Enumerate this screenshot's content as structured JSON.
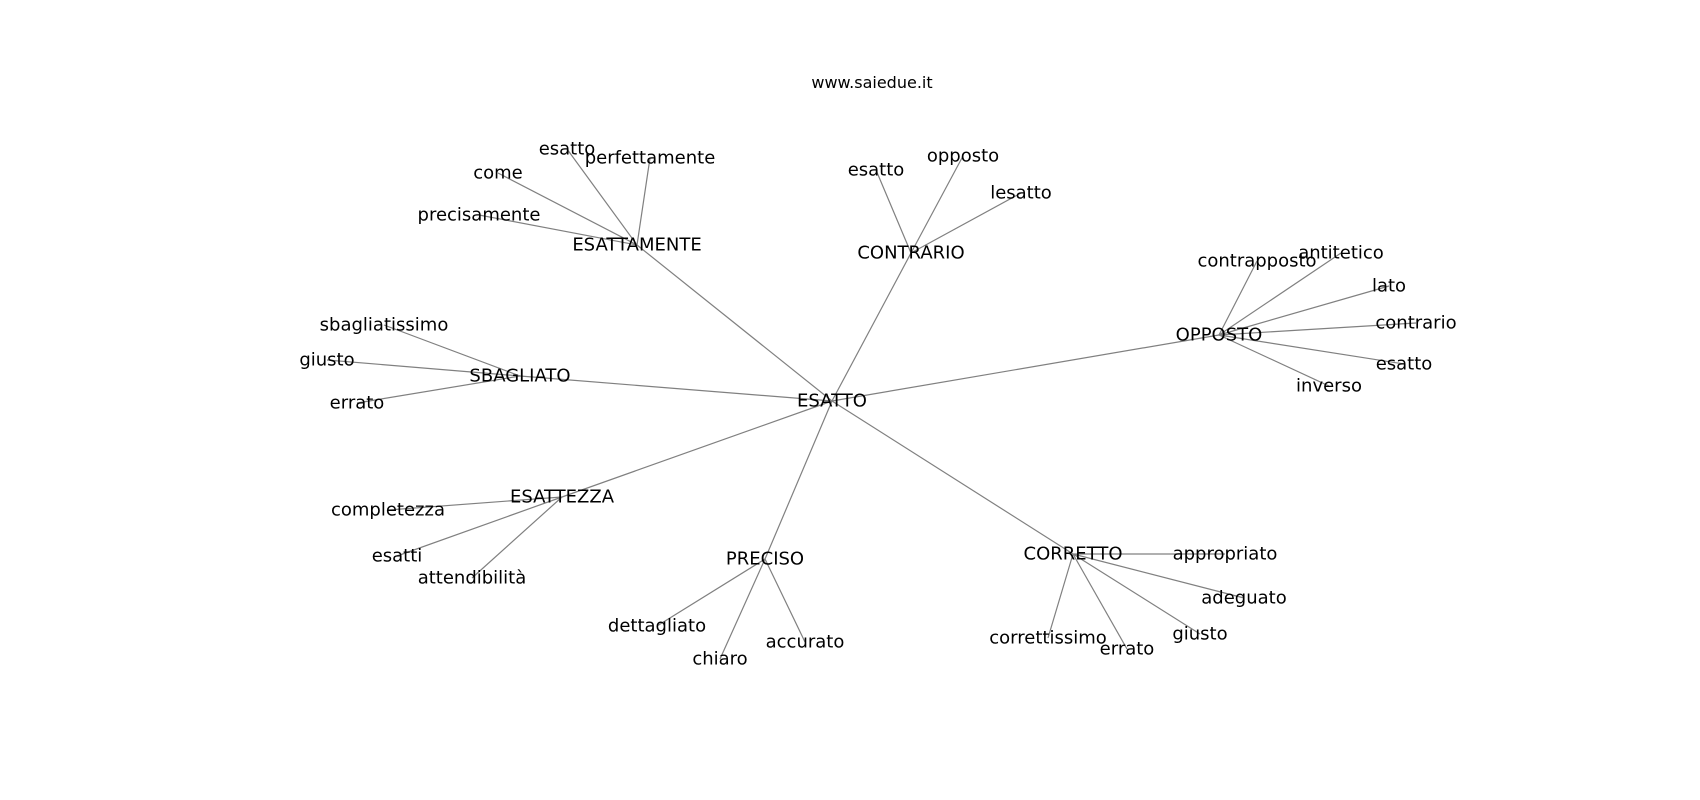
{
  "page": {
    "title": "www.saiedue.it"
  },
  "colors": {
    "edge": "#808080",
    "text": "#000000",
    "background": "#ffffff"
  },
  "graph": {
    "root": "ESATTO",
    "nodes": [
      {
        "id": "ESATTO",
        "label": "ESATTO"
      },
      {
        "id": "ESATTAMENTE",
        "label": "ESATTAMENTE"
      },
      {
        "id": "CONTRARIO",
        "label": "CONTRARIO"
      },
      {
        "id": "OPPOSTO",
        "label": "OPPOSTO"
      },
      {
        "id": "SBAGLIATO",
        "label": "SBAGLIATO"
      },
      {
        "id": "ESATTEZZA",
        "label": "ESATTEZZA"
      },
      {
        "id": "PRECISO",
        "label": "PRECISO"
      },
      {
        "id": "CORRETTO",
        "label": "CORRETTO"
      },
      {
        "id": "esattamente-esatto",
        "label": "esatto"
      },
      {
        "id": "esattamente-perfettamente",
        "label": "perfettamente"
      },
      {
        "id": "esattamente-come",
        "label": "come"
      },
      {
        "id": "esattamente-precisamente",
        "label": "precisamente"
      },
      {
        "id": "contrario-esatto",
        "label": "esatto"
      },
      {
        "id": "contrario-opposto",
        "label": "opposto"
      },
      {
        "id": "contrario-lesatto",
        "label": "lesatto"
      },
      {
        "id": "opposto-contrapposto",
        "label": "contrapposto"
      },
      {
        "id": "opposto-antitetico",
        "label": "antitetico"
      },
      {
        "id": "opposto-lato",
        "label": "lato"
      },
      {
        "id": "opposto-contrario",
        "label": "contrario"
      },
      {
        "id": "opposto-esatto",
        "label": "esatto"
      },
      {
        "id": "opposto-inverso",
        "label": "inverso"
      },
      {
        "id": "sbagliato-sbagliatissimo",
        "label": "sbagliatissimo"
      },
      {
        "id": "sbagliato-giusto",
        "label": "giusto"
      },
      {
        "id": "sbagliato-errato",
        "label": "errato"
      },
      {
        "id": "esattezza-completezza",
        "label": "completezza"
      },
      {
        "id": "esattezza-esatti",
        "label": "esatti"
      },
      {
        "id": "esattezza-attendibilita",
        "label": "attendibilità"
      },
      {
        "id": "preciso-dettagliato",
        "label": "dettagliato"
      },
      {
        "id": "preciso-chiaro",
        "label": "chiaro"
      },
      {
        "id": "preciso-accurato",
        "label": "accurato"
      },
      {
        "id": "corretto-appropriato",
        "label": "appropriato"
      },
      {
        "id": "corretto-adeguato",
        "label": "adeguato"
      },
      {
        "id": "corretto-giusto",
        "label": "giusto"
      },
      {
        "id": "corretto-errato",
        "label": "errato"
      },
      {
        "id": "corretto-correttissimo",
        "label": "correttissimo"
      }
    ],
    "edges": [
      [
        "ESATTO",
        "ESATTAMENTE"
      ],
      [
        "ESATTO",
        "CONTRARIO"
      ],
      [
        "ESATTO",
        "OPPOSTO"
      ],
      [
        "ESATTO",
        "SBAGLIATO"
      ],
      [
        "ESATTO",
        "ESATTEZZA"
      ],
      [
        "ESATTO",
        "PRECISO"
      ],
      [
        "ESATTO",
        "CORRETTO"
      ],
      [
        "ESATTAMENTE",
        "esattamente-esatto"
      ],
      [
        "ESATTAMENTE",
        "esattamente-perfettamente"
      ],
      [
        "ESATTAMENTE",
        "esattamente-come"
      ],
      [
        "ESATTAMENTE",
        "esattamente-precisamente"
      ],
      [
        "CONTRARIO",
        "contrario-esatto"
      ],
      [
        "CONTRARIO",
        "contrario-opposto"
      ],
      [
        "CONTRARIO",
        "contrario-lesatto"
      ],
      [
        "OPPOSTO",
        "opposto-contrapposto"
      ],
      [
        "OPPOSTO",
        "opposto-antitetico"
      ],
      [
        "OPPOSTO",
        "opposto-lato"
      ],
      [
        "OPPOSTO",
        "opposto-contrario"
      ],
      [
        "OPPOSTO",
        "opposto-esatto"
      ],
      [
        "OPPOSTO",
        "opposto-inverso"
      ],
      [
        "SBAGLIATO",
        "sbagliato-sbagliatissimo"
      ],
      [
        "SBAGLIATO",
        "sbagliato-giusto"
      ],
      [
        "SBAGLIATO",
        "sbagliato-errato"
      ],
      [
        "ESATTEZZA",
        "esattezza-completezza"
      ],
      [
        "ESATTEZZA",
        "esattezza-esatti"
      ],
      [
        "ESATTEZZA",
        "esattezza-attendibilita"
      ],
      [
        "PRECISO",
        "preciso-dettagliato"
      ],
      [
        "PRECISO",
        "preciso-chiaro"
      ],
      [
        "PRECISO",
        "preciso-accurato"
      ],
      [
        "CORRETTO",
        "corretto-appropriato"
      ],
      [
        "CORRETTO",
        "corretto-adeguato"
      ],
      [
        "CORRETTO",
        "corretto-giusto"
      ],
      [
        "CORRETTO",
        "corretto-errato"
      ],
      [
        "CORRETTO",
        "corretto-correttissimo"
      ]
    ]
  }
}
